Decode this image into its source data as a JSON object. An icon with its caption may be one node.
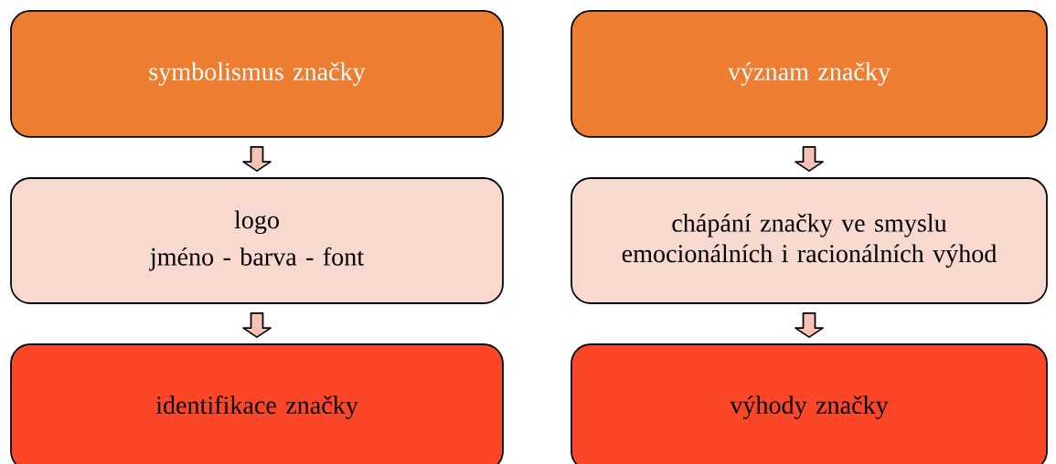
{
  "diagram": {
    "nodes": [
      {
        "text": [
          "symbolismus značky"
        ]
      },
      {
        "text": [
          "logo",
          "jméno - barva - font"
        ]
      },
      {
        "text": [
          "identifikace značky"
        ]
      },
      {
        "text": [
          "význam značky"
        ]
      },
      {
        "text": [
          "chápání značky ve smyslu emocionálních i racionálních výhod"
        ]
      },
      {
        "text": [
          "výhody značky"
        ]
      }
    ],
    "edges": [
      {
        "from": 0,
        "to": 1,
        "arrow": "to"
      },
      {
        "from": 1,
        "to": 2,
        "arrow": "to"
      },
      {
        "from": 3,
        "to": 4,
        "arrow": "to"
      },
      {
        "from": 4,
        "to": 5,
        "arrow": "to"
      }
    ]
  }
}
